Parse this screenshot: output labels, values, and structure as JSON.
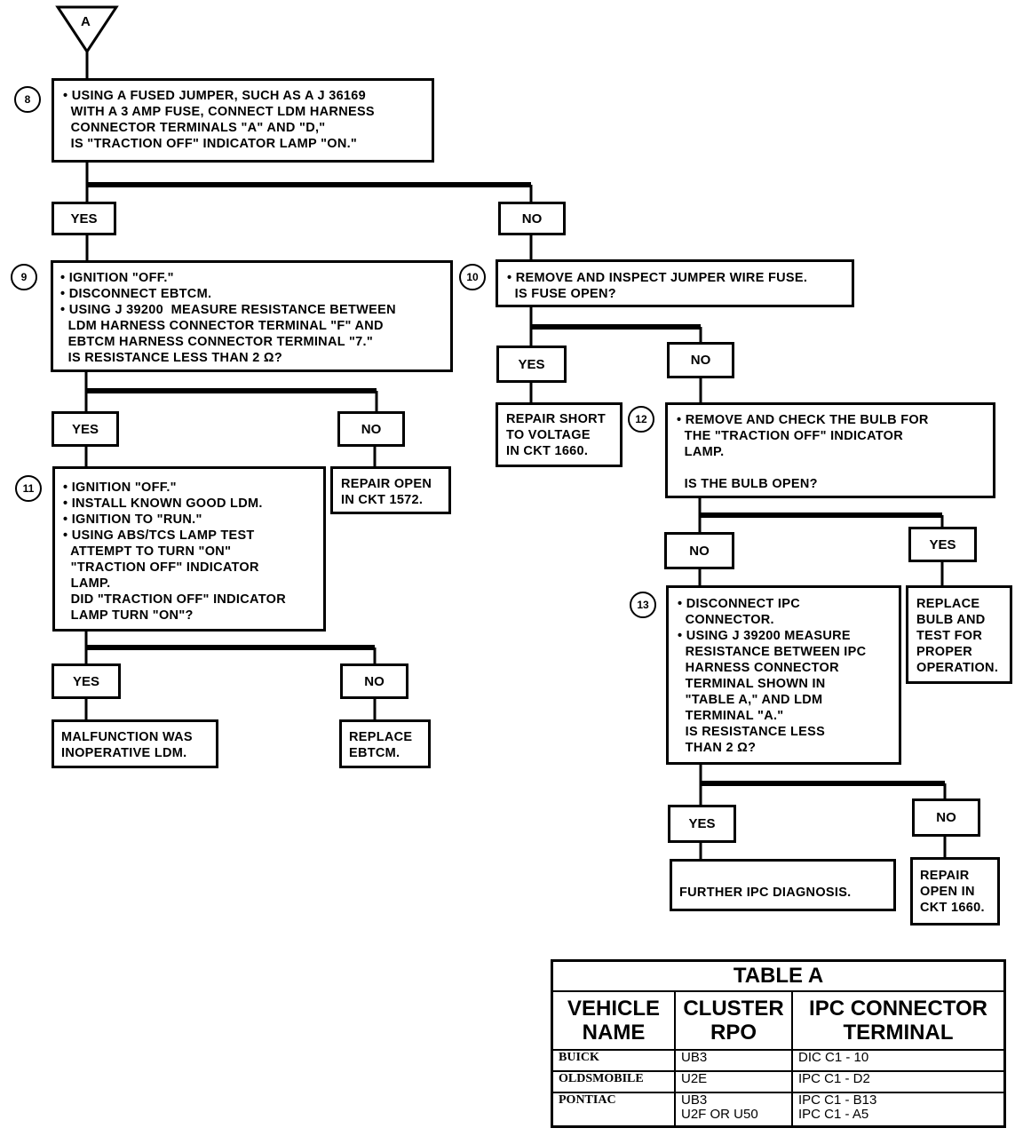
{
  "start": {
    "connector_label": "A"
  },
  "steps": {
    "s8": {
      "number": "8",
      "lines": [
        "• USING A FUSED JUMPER, SUCH AS A J 36169",
        "  WITH A 3 AMP FUSE, CONNECT LDM HARNESS",
        "  CONNECTOR TERMINALS \"A\" AND \"D,\"",
        "  IS \"TRACTION OFF\" INDICATOR LAMP \"ON.\""
      ]
    },
    "s9": {
      "number": "9",
      "lines": [
        "• IGNITION \"OFF.\"",
        "• DISCONNECT EBTCM.",
        "• USING J 39200  MEASURE RESISTANCE BETWEEN",
        "  LDM HARNESS CONNECTOR TERMINAL \"F\" AND",
        "  EBTCM HARNESS CONNECTOR TERMINAL \"7.\"",
        "  IS RESISTANCE LESS THAN 2 Ω?"
      ]
    },
    "s10": {
      "number": "10",
      "lines": [
        "• REMOVE AND INSPECT JUMPER WIRE FUSE.",
        "  IS FUSE OPEN?"
      ]
    },
    "s11": {
      "number": "11",
      "lines": [
        "• IGNITION \"OFF.\"",
        "• INSTALL KNOWN GOOD LDM.",
        "• IGNITION TO \"RUN.\"",
        "• USING ABS/TCS LAMP TEST",
        "  ATTEMPT TO TURN \"ON\"",
        "  \"TRACTION OFF\" INDICATOR",
        "  LAMP.",
        "  DID \"TRACTION OFF\" INDICATOR",
        "  LAMP TURN \"ON\"?"
      ]
    },
    "s12": {
      "number": "12",
      "lines": [
        "• REMOVE AND CHECK THE BULB FOR",
        "  THE \"TRACTION OFF\" INDICATOR",
        "  LAMP.",
        " ",
        "  IS THE BULB OPEN?"
      ]
    },
    "s13": {
      "number": "13",
      "lines": [
        "• DISCONNECT IPC",
        "  CONNECTOR.",
        "• USING J 39200 MEASURE",
        "  RESISTANCE BETWEEN IPC",
        "  HARNESS CONNECTOR",
        "  TERMINAL SHOWN IN",
        "  \"TABLE A,\" AND LDM",
        "  TERMINAL \"A.\"",
        "  IS RESISTANCE LESS",
        "  THAN 2 Ω?"
      ]
    }
  },
  "results": {
    "repair_short": [
      "REPAIR SHORT",
      "TO VOLTAGE",
      "IN CKT 1660."
    ],
    "repair_open_1572": [
      "REPAIR OPEN",
      "IN CKT 1572."
    ],
    "malfunction": [
      "MALFUNCTION WAS",
      "INOPERATIVE LDM."
    ],
    "replace_ebtcm": [
      "REPLACE",
      "EBTCM."
    ],
    "replace_bulb": [
      "REPLACE",
      "BULB AND",
      "TEST FOR",
      "PROPER",
      "OPERATION."
    ],
    "further_ipc": [
      "FURTHER IPC DIAGNOSIS."
    ],
    "repair_open_1660": [
      "REPAIR",
      "OPEN IN",
      "CKT 1660."
    ]
  },
  "answers": {
    "yes": "YES",
    "no": "NO"
  },
  "table_a": {
    "title": "TABLE A",
    "headers": [
      [
        "VEHICLE",
        "NAME"
      ],
      [
        "CLUSTER",
        "RPO"
      ],
      [
        "IPC CONNECTOR",
        "TERMINAL"
      ]
    ],
    "rows": [
      {
        "vehicle": "BUICK",
        "rpo": [
          "UB3"
        ],
        "terminal": [
          "DIC C1 - 10"
        ]
      },
      {
        "vehicle": "OLDSMOBILE",
        "rpo": [
          "U2E"
        ],
        "terminal": [
          "IPC C1 - D2"
        ]
      },
      {
        "vehicle": "PONTIAC",
        "rpo": [
          "UB3",
          "U2F OR U50"
        ],
        "terminal": [
          "IPC C1 - B13",
          "IPC C1 - A5"
        ]
      }
    ]
  }
}
